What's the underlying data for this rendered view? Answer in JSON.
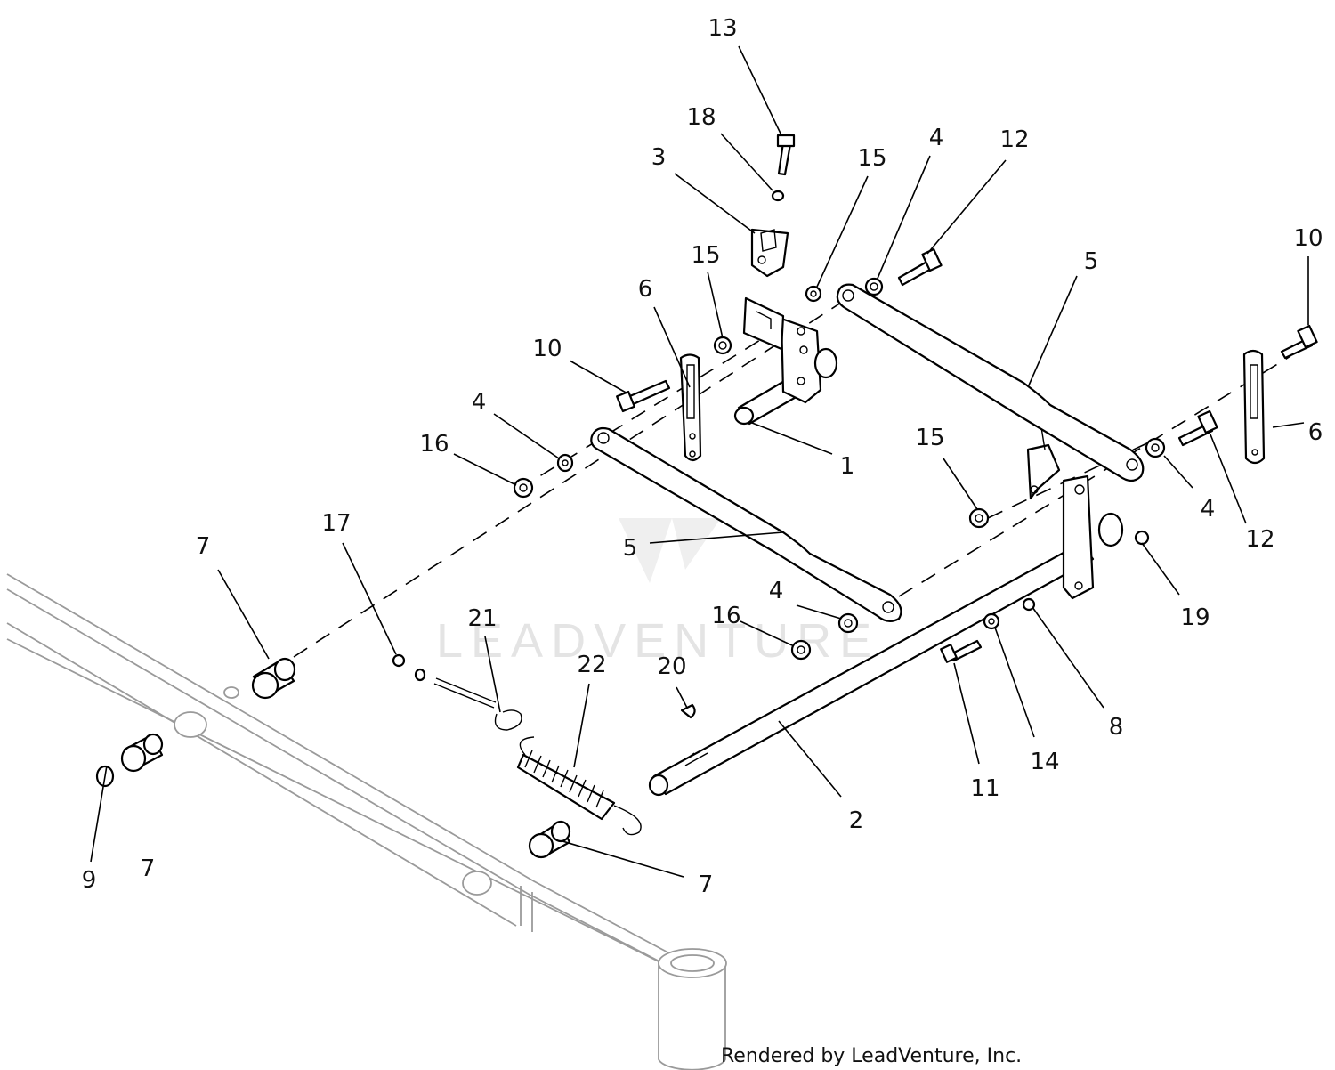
{
  "watermark": "LEADVENTURE",
  "credit": "Rendered by LeadVenture, Inc.",
  "callouts": [
    {
      "id": "c13a",
      "label": "13"
    },
    {
      "id": "c18",
      "label": "18"
    },
    {
      "id": "c3",
      "label": "3"
    },
    {
      "id": "c15a",
      "label": "15"
    },
    {
      "id": "c4a",
      "label": "4"
    },
    {
      "id": "c12a",
      "label": "12"
    },
    {
      "id": "c15b",
      "label": "15"
    },
    {
      "id": "c6a",
      "label": "6"
    },
    {
      "id": "c10a",
      "label": "10"
    },
    {
      "id": "c5a",
      "label": "5"
    },
    {
      "id": "c10b",
      "label": "10"
    },
    {
      "id": "c4b",
      "label": "4"
    },
    {
      "id": "c16a",
      "label": "16"
    },
    {
      "id": "c1",
      "label": "1"
    },
    {
      "id": "c15c",
      "label": "15"
    },
    {
      "id": "c6b",
      "label": "6"
    },
    {
      "id": "c4c",
      "label": "4"
    },
    {
      "id": "c12b",
      "label": "12"
    },
    {
      "id": "c7a",
      "label": "7"
    },
    {
      "id": "c17",
      "label": "17"
    },
    {
      "id": "c5b",
      "label": "5"
    },
    {
      "id": "c19",
      "label": "19"
    },
    {
      "id": "c4d",
      "label": "4"
    },
    {
      "id": "c16b",
      "label": "16"
    },
    {
      "id": "c21",
      "label": "21"
    },
    {
      "id": "c22",
      "label": "22"
    },
    {
      "id": "c20",
      "label": "20"
    },
    {
      "id": "c8",
      "label": "8"
    },
    {
      "id": "c14",
      "label": "14"
    },
    {
      "id": "c11",
      "label": "11"
    },
    {
      "id": "c2",
      "label": "2"
    },
    {
      "id": "c9",
      "label": "9"
    },
    {
      "id": "c7b",
      "label": "7"
    },
    {
      "id": "c7c",
      "label": "7"
    }
  ]
}
